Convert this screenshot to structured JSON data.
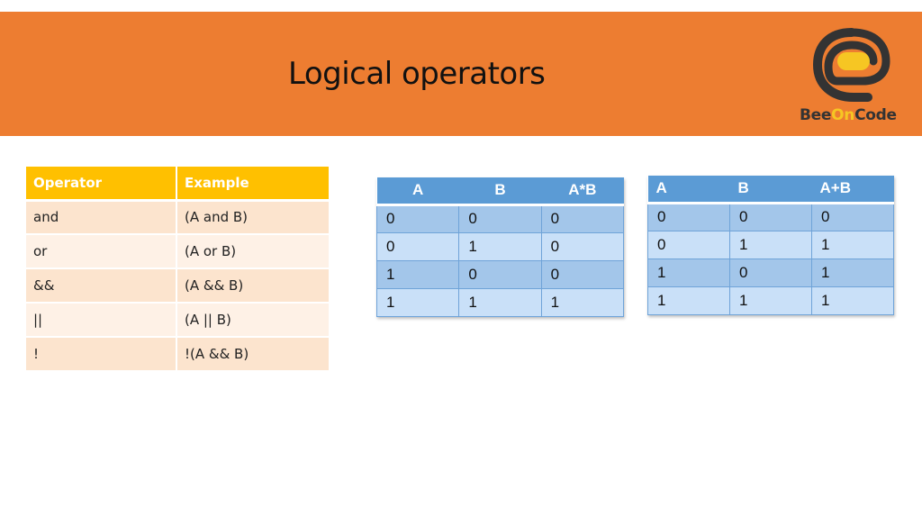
{
  "slide": {
    "title": "Logical operators",
    "banner_color": "#ED7D31"
  },
  "logo": {
    "icon": "beeoncode-e-icon",
    "text_part1": "Bee",
    "text_part2": "On",
    "text_part3": "Code"
  },
  "operators_table": {
    "headers": [
      "Operator",
      "Example"
    ],
    "rows": [
      [
        "and",
        "(A and B)"
      ],
      [
        "or",
        "(A or B)"
      ],
      [
        "&&",
        "(A && B)"
      ],
      [
        "||",
        "(A || B)"
      ],
      [
        "!",
        "!(A && B)"
      ]
    ],
    "header_color": "#FFC000"
  },
  "and_truth_table": {
    "headers": [
      "A",
      "B",
      "A*B"
    ],
    "rows": [
      [
        "0",
        "0",
        "0"
      ],
      [
        "0",
        "1",
        "0"
      ],
      [
        "1",
        "0",
        "0"
      ],
      [
        "1",
        "1",
        "1"
      ]
    ],
    "header_color": "#5B9BD5"
  },
  "or_truth_table": {
    "headers": [
      "A",
      "B",
      "A+B"
    ],
    "rows": [
      [
        "0",
        "0",
        "0"
      ],
      [
        "0",
        "1",
        "1"
      ],
      [
        "1",
        "0",
        "1"
      ],
      [
        "1",
        "1",
        "1"
      ]
    ],
    "header_color": "#5B9BD5"
  }
}
